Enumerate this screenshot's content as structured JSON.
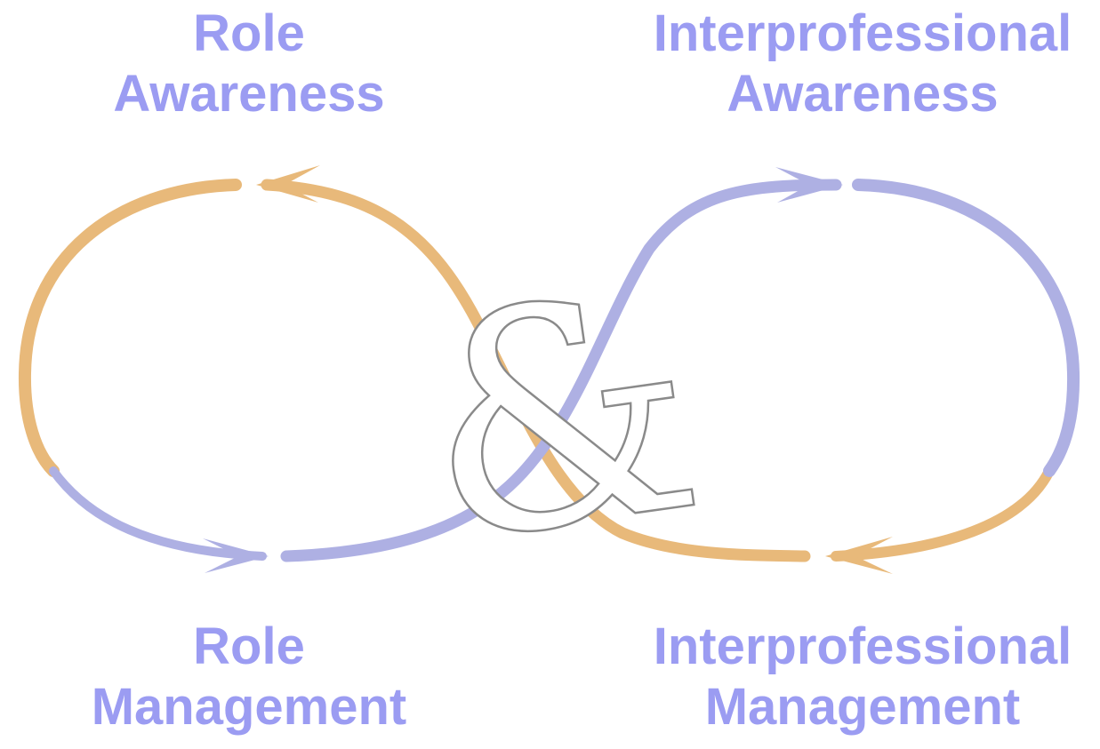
{
  "labels": {
    "role_awareness": {
      "line1": "Role",
      "line2": "Awareness"
    },
    "interprofessional_awareness": {
      "line1": "Interprofessional",
      "line2": "Awareness"
    },
    "role_management": {
      "line1": "Role",
      "line2": "Management"
    },
    "interprofessional_management": {
      "line1": "Interprofessional",
      "line2": "Management"
    }
  },
  "center_symbol": "&",
  "colors": {
    "label_text": "#9b9cf2",
    "orange_loop": "#e8b97a",
    "purple_loop": "#aeb0e3",
    "ampersand_fill": "#ffffff",
    "ampersand_stroke": "#8a8a8a"
  }
}
